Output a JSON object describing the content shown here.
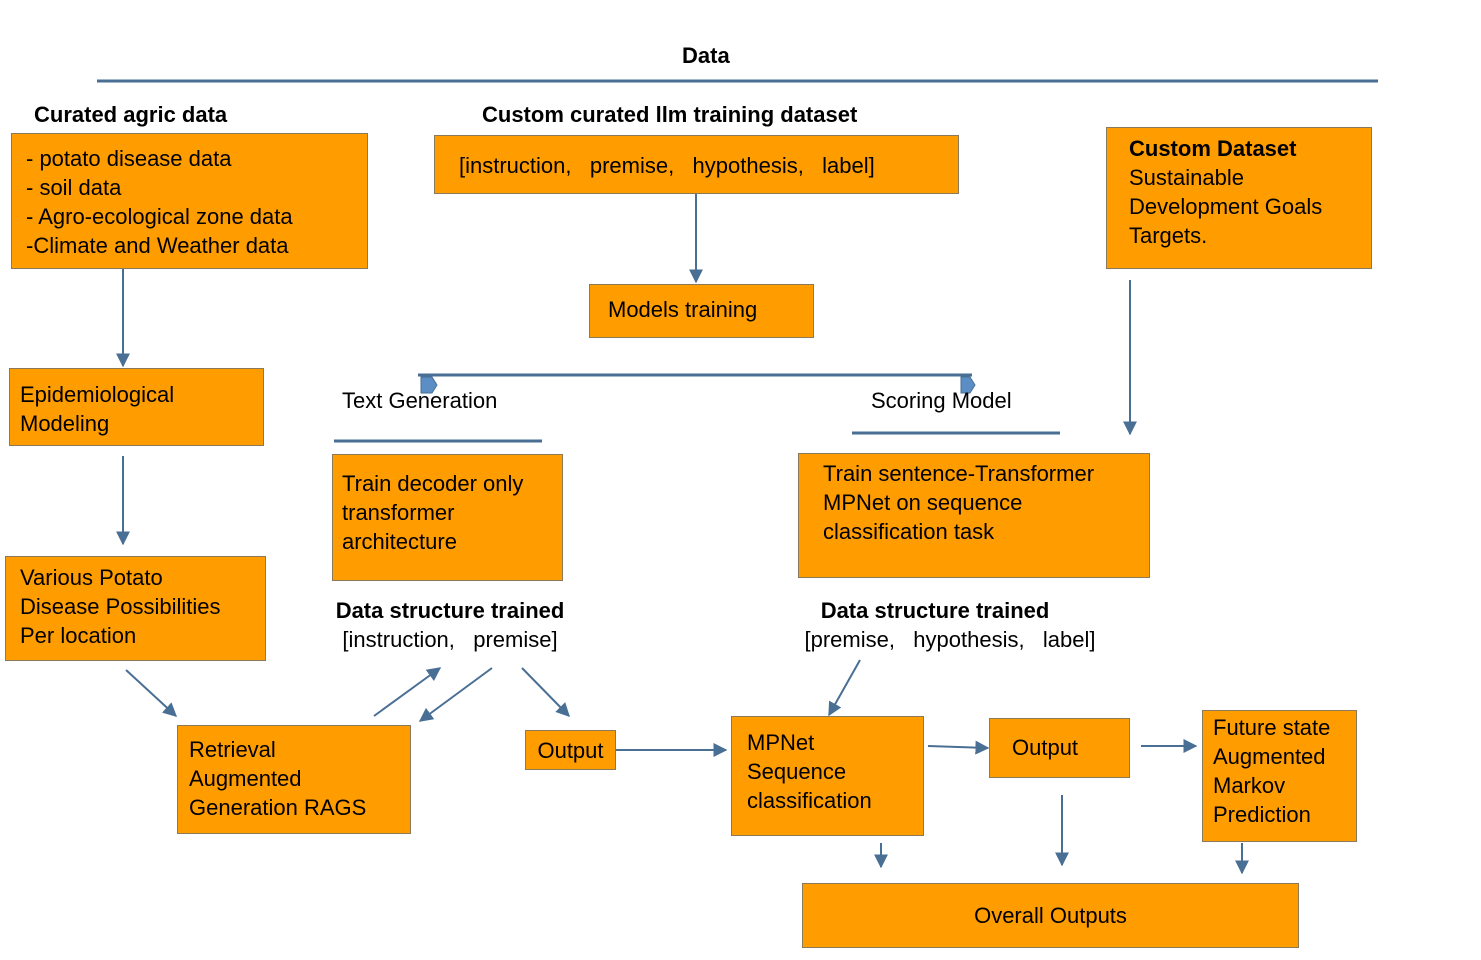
{
  "header": {
    "title": "Data"
  },
  "sections": {
    "agric": "Curated agric data",
    "llm": "Custom curated llm training dataset",
    "text_generation": "Text Generation",
    "scoring_model": "Scoring Model"
  },
  "nodes": {
    "agric_data": {
      "lines": [
        "- potato disease data",
        "- soil data",
        "- Agro-ecological zone data",
        "-Climate and Weather data"
      ]
    },
    "llm_fields": {
      "text": "[instruction,   premise,   hypothesis,   label]"
    },
    "custom_dataset": {
      "title": "Custom Dataset",
      "lines": [
        "Sustainable",
        "Development Goals",
        "Targets."
      ]
    },
    "models_training": {
      "text": "Models training"
    },
    "epidemiological": {
      "lines": [
        "Epidemiological",
        "Modeling"
      ]
    },
    "potato_possibilities": {
      "lines": [
        "Various Potato",
        "Disease Possibilities",
        "Per location"
      ]
    },
    "decoder": {
      "lines": [
        "Train decoder only",
        "transformer",
        "architecture"
      ]
    },
    "sentence_transformer": {
      "lines": [
        "Train sentence-Transformer",
        "MPNet on sequence",
        "classification task"
      ]
    },
    "rag": {
      "lines": [
        "Retrieval",
        "Augmented",
        "Generation RAGS"
      ]
    },
    "output_1": {
      "text": "Output"
    },
    "mpnet": {
      "lines": [
        "MPNet",
        "Sequence",
        "classification"
      ]
    },
    "output_2": {
      "text": "Output"
    },
    "markov": {
      "lines": [
        "Future state",
        "Augmented",
        "Markov",
        "Prediction"
      ]
    },
    "overall": {
      "text": "Overall Outputs"
    }
  },
  "structures": {
    "left": {
      "title": "Data structure trained",
      "fields": "[instruction,   premise]"
    },
    "right": {
      "title": "Data structure trained",
      "fields": "[premise,   hypothesis,   label]"
    }
  },
  "colors": {
    "box_fill": "#ff9c00",
    "box_border": "#8a7a5a",
    "line": "#4a6f95"
  }
}
